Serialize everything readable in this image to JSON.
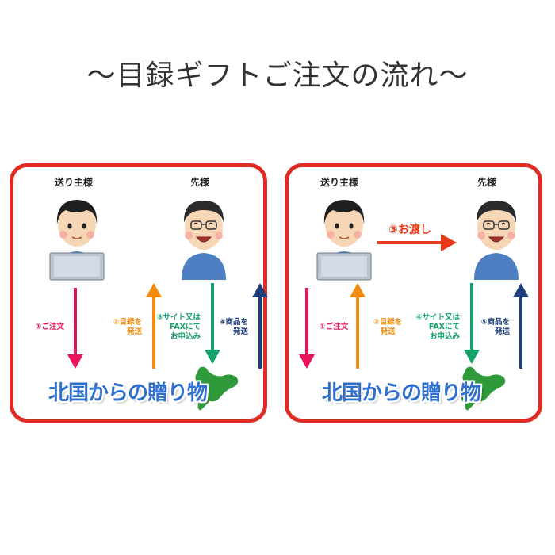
{
  "title": "〜目録ギフトご注文の流れ〜",
  "colors": {
    "border": "#e02b24",
    "step1": "#e8135a",
    "step2": "#f28c0f",
    "step3": "#14a26a",
    "step4": "#1f3f7a",
    "handover": "#e8391a",
    "logo": "#2f6fce",
    "hokkaido": "#2f9a3a"
  },
  "left_panel": {
    "sender_label": "送り主様",
    "recipient_label": "先様",
    "step1": "①ご注文",
    "step2_line1": "②目録を",
    "step2_line2": "発送",
    "step3_line1": "③サイト又は",
    "step3_line2": "FAXにて",
    "step3_line3": "お申込み",
    "step4_line1": "④商品を",
    "step4_line2": "発送",
    "logo": "北国からの贈り物"
  },
  "right_panel": {
    "sender_label": "送り主様",
    "recipient_label": "先様",
    "handover": "③お渡し",
    "step1": "①ご注文",
    "step2_line1": "②目録を",
    "step2_line2": "発送",
    "step4_line1": "④サイト又は",
    "step4_line2": "FAXにて",
    "step4_line3": "お申込み",
    "step5_line1": "⑤商品を",
    "step5_line2": "発送",
    "logo": "北国からの贈り物"
  }
}
